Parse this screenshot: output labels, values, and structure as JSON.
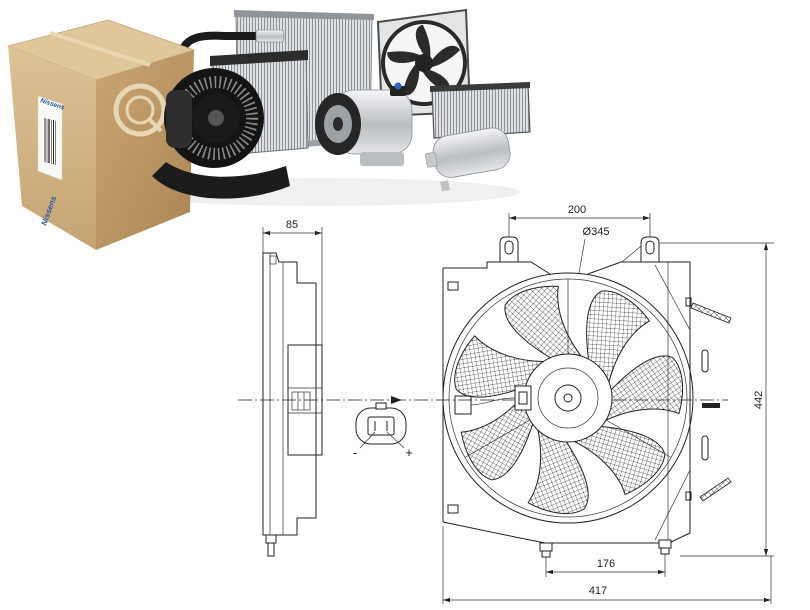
{
  "product_photo": {
    "logo_text": "Nissens"
  },
  "drawing": {
    "dimensions": {
      "side_depth": "85",
      "mount_spacing": "200",
      "fan_diameter": "Ø345",
      "height": "442",
      "bottom_spacing": "176",
      "width": "417"
    },
    "connector": {
      "minus_label": "-",
      "plus_label": "+"
    }
  },
  "colors": {
    "line": "#222222",
    "cardboard": "#c9a673",
    "logo_blue": "#2456a6"
  }
}
